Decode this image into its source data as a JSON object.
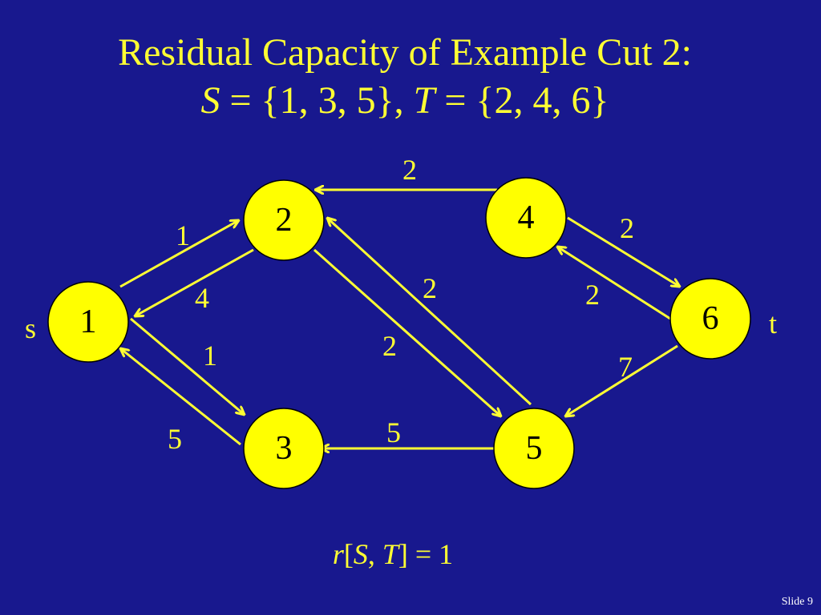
{
  "title": {
    "line1": "Residual Capacity of Example Cut 2:",
    "s_var": "S",
    "s_eq": " = {1, 3, 5}, ",
    "t_var": "T",
    "t_eq": " = {2, 4, 6}"
  },
  "graph": {
    "nodes": [
      {
        "id": "1",
        "label": "1"
      },
      {
        "id": "2",
        "label": "2"
      },
      {
        "id": "3",
        "label": "3"
      },
      {
        "id": "4",
        "label": "4"
      },
      {
        "id": "5",
        "label": "5"
      },
      {
        "id": "6",
        "label": "6"
      }
    ],
    "edges": [
      {
        "from": "1",
        "to": "2",
        "capacity": "1"
      },
      {
        "from": "2",
        "to": "1",
        "capacity": "4"
      },
      {
        "from": "1",
        "to": "3",
        "capacity": "1"
      },
      {
        "from": "3",
        "to": "1",
        "capacity": "5"
      },
      {
        "from": "4",
        "to": "2",
        "capacity": "2"
      },
      {
        "from": "2",
        "to": "5",
        "capacity": "2"
      },
      {
        "from": "5",
        "to": "2",
        "capacity": "2"
      },
      {
        "from": "5",
        "to": "3",
        "capacity": "5"
      },
      {
        "from": "4",
        "to": "6",
        "capacity": "2"
      },
      {
        "from": "6",
        "to": "4",
        "capacity": "2"
      },
      {
        "from": "6",
        "to": "5",
        "capacity": "7"
      }
    ],
    "source_label": "s",
    "sink_label": "t"
  },
  "formula": {
    "r": "r",
    "open": "[",
    "s": "S",
    "comma": ", ",
    "t": "T",
    "close": "]",
    "eq": " = 1"
  },
  "footer": {
    "slide_number": "Slide 9"
  },
  "colors": {
    "background": "#18188e",
    "accent": "#ffff33",
    "node_fill": "#ffff00"
  }
}
